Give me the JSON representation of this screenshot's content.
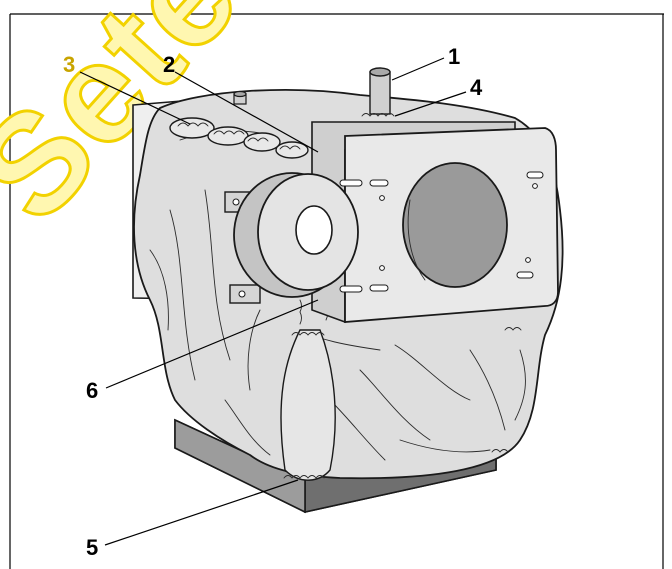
{
  "watermark": {
    "text": "Seten"
  },
  "colors": {
    "callout_gold": "#c8a400",
    "watermark_fill": "#fff7b0",
    "watermark_stroke": "#f2d200",
    "body_fill": "#dedede",
    "base_fill": "#8c8c8c",
    "port_fill": "#9a9a9a"
  },
  "callouts": [
    {
      "label": "1"
    },
    {
      "label": "2"
    },
    {
      "label": "3"
    },
    {
      "label": "4"
    },
    {
      "label": "5"
    },
    {
      "label": "6"
    }
  ]
}
